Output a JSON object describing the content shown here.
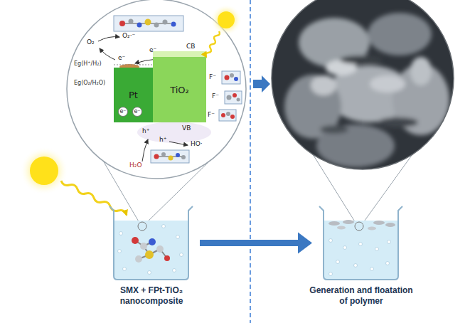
{
  "diagram": {
    "nodes": [
      {
        "text": [
          "Pt"
        ]
      },
      {
        "text": [
          "TiO₂"
        ]
      },
      {
        "text": [
          "SMX + FPt-TiO₂ nanocomposite"
        ]
      },
      {
        "text": [
          "Generation and floatation of polymer"
        ]
      }
    ],
    "edges": [
      {
        "from": 2,
        "to": 3,
        "arrow": "to"
      }
    ],
    "labels": [
      "O₂",
      "O₂·⁻",
      "Eg(H⁺/H₂)",
      "Eg(O₂/H₂O)",
      "e⁻",
      "e⁻",
      "CB",
      "F⁻",
      "F⁻",
      "F⁻",
      "e⁻",
      "e⁻",
      "VB",
      "h⁺",
      "h⁺",
      "HO·",
      "H₂O"
    ]
  }
}
